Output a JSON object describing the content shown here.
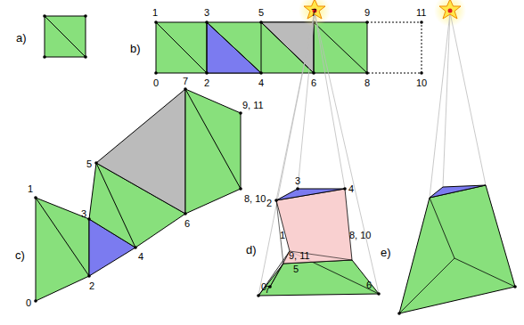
{
  "diagram": {
    "labels": [
      "a)",
      "b)",
      "c)",
      "d)",
      "e)",
      "1",
      "3",
      "5",
      "7",
      "9",
      "11",
      "0",
      "2",
      "4",
      "6",
      "8",
      "10",
      "7",
      "9, 11",
      "5",
      "1",
      "3",
      "8, 10",
      "6",
      "4",
      "2",
      "0",
      "3",
      "4",
      "2",
      "1",
      "8, 10",
      "0",
      "9, 11",
      "5",
      "6",
      "7"
    ]
  }
}
